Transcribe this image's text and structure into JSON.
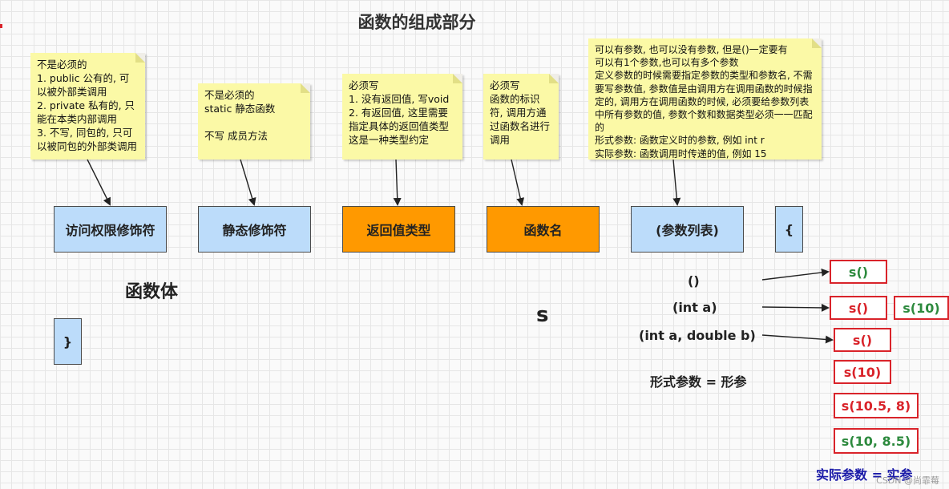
{
  "title": "函数的组成部分",
  "notes": {
    "access": "不是必须的\n1. public 公有的, 可以被外部类调用\n2. private 私有的, 只能在本类内部调用\n3. 不写, 同包的, 只可以被同包的外部类调用",
    "static": "不是必须的\nstatic 静态函数\n\n不写 成员方法",
    "return": "必须写\n1. 没有返回值, 写void\n2. 有返回值, 这里需要指定具体的返回值类型 这是一种类型约定",
    "name": "必须写\n函数的标识符, 调用方通过函数名进行调用",
    "params": "可以有参数, 也可以没有参数, 但是()一定要有\n可以有1个参数,也可以有多个参数\n定义参数的时候需要指定参数的类型和参数名, 不需要写参数值, 参数值是由调用方在调用函数的时候指定的, 调用方在调用函数的时候, 必须要给参数列表中所有参数的值, 参数个数和数据类型必须一一匹配的\n形式参数: 函数定义时的参数, 例如 int r\n实际参数: 函数调用时传递的值, 例如 15"
  },
  "parts": {
    "access": "访问权限修饰符",
    "static": "静态修饰符",
    "return": "返回值类型",
    "name": "函数名",
    "params": "(参数列表)",
    "open_brace": "{",
    "close_brace": "}"
  },
  "body_label": "函数体",
  "function_name": "s",
  "signatures": [
    "()",
    "(int a)",
    "(int a, double b)"
  ],
  "calls": {
    "c1": "s()",
    "c2": "s()",
    "c2b": "s(10)",
    "c3": "s()",
    "c4": "s(10)",
    "c5": "s(10.5, 8)",
    "c6": "s(10, 8.5)"
  },
  "formal_label": "形式参数 = 形参",
  "actual_label": "实际参数 = 实参",
  "watermark": "CSDN @尚霏莓",
  "colors": {
    "blue_box": "#bcdcfa",
    "orange_box": "#ff9900",
    "note": "#fbf9a6",
    "red": "#d9232a",
    "green": "#2d8a3e",
    "navy": "#1a1aa8"
  }
}
